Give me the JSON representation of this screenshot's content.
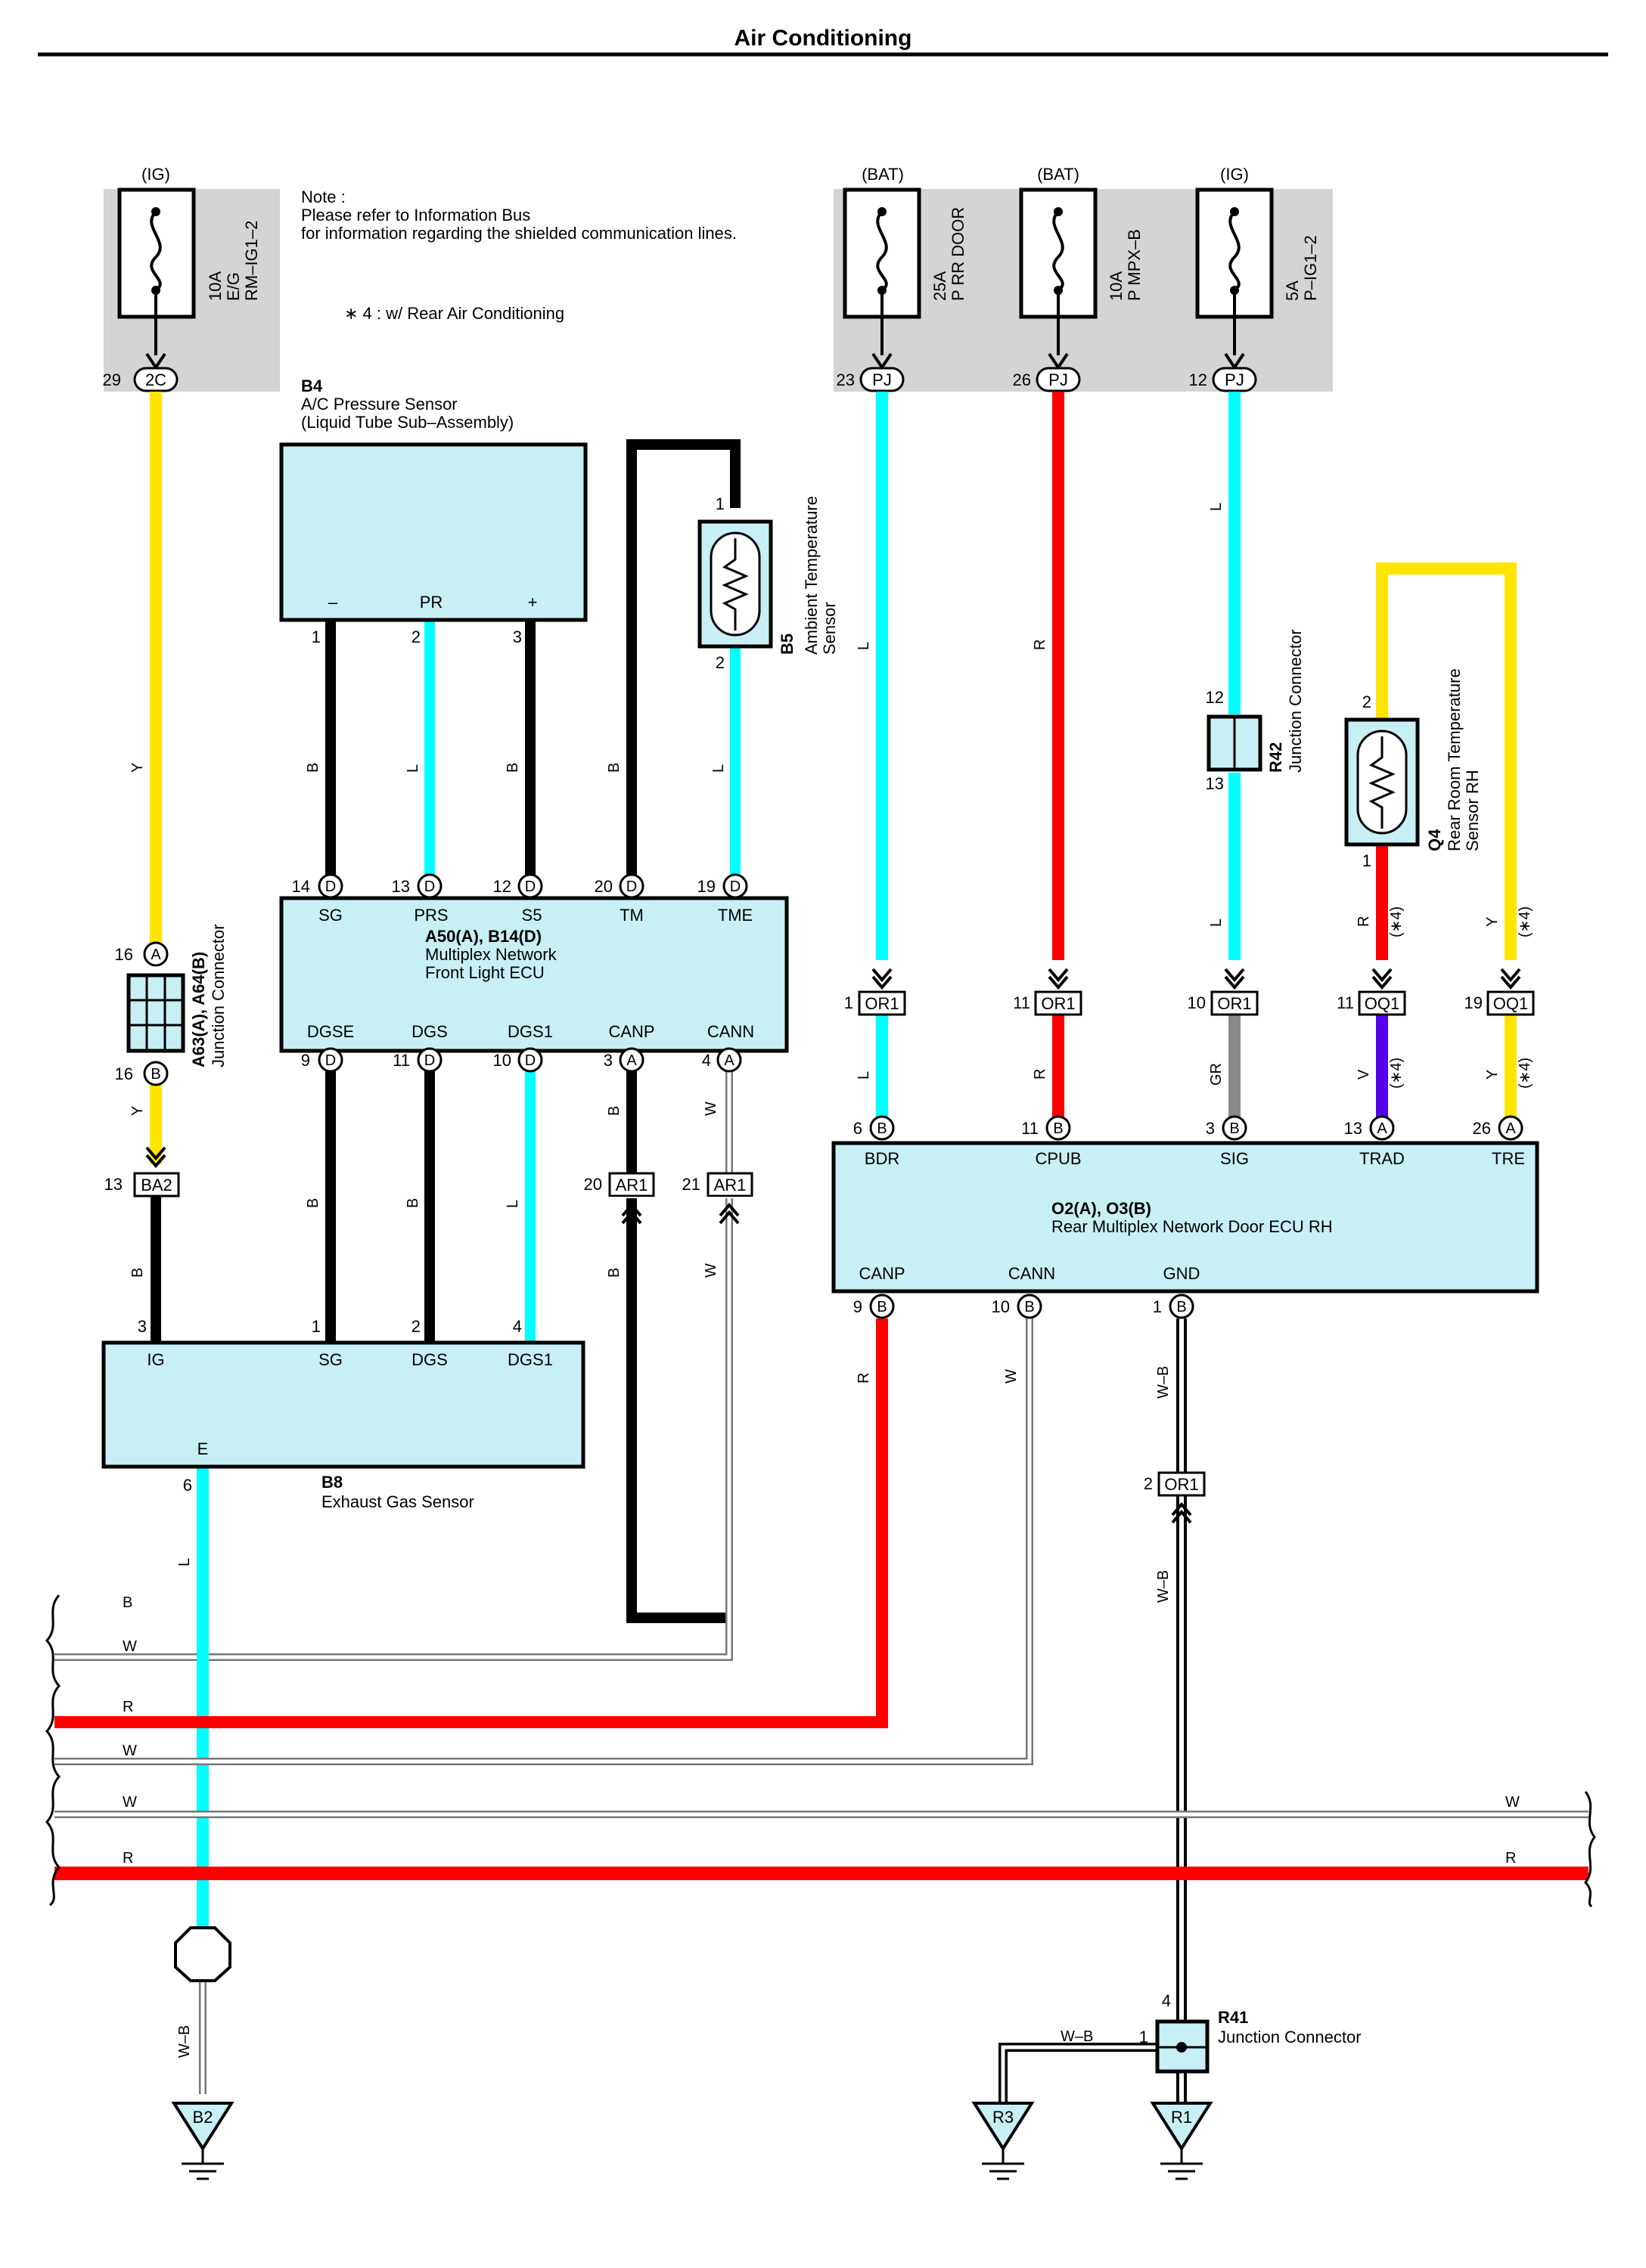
{
  "title": "Air Conditioning",
  "note": {
    "line1": "Note :",
    "line2": "Please refer to Information Bus",
    "line3": "for information regarding the shielded communication lines.",
    "footnote": "∗ 4 : w/ Rear Air Conditioning"
  },
  "power": {
    "ig_left": {
      "label": "(IG)",
      "fuse_amp": "10A",
      "fuse_name1": "E/G",
      "fuse_name2": "RM–IG1–2",
      "pin": "29",
      "conn": "2C"
    },
    "bat1": {
      "label": "(BAT)",
      "fuse_amp": "25A",
      "fuse_name": "P RR DOOR",
      "pin": "23",
      "conn": "PJ"
    },
    "bat2": {
      "label": "(BAT)",
      "fuse_amp": "10A",
      "fuse_name": "P MPX–B",
      "pin": "26",
      "conn": "PJ"
    },
    "ig_right": {
      "label": "(IG)",
      "fuse_amp": "5A",
      "fuse_name": "P–IG1–2",
      "pin": "12",
      "conn": "PJ"
    }
  },
  "components": {
    "b4": {
      "id": "B4",
      "name1": "A/C Pressure Sensor",
      "name2": "(Liquid Tube Sub–Assembly)",
      "t_minus": "–",
      "t_pr": "PR",
      "t_plus": "+",
      "p1": "1",
      "p2": "2",
      "p3": "3"
    },
    "b5": {
      "id": "B5",
      "name1": "Ambient Temperature",
      "name2": "Sensor",
      "p1": "1",
      "p2": "2"
    },
    "a50": {
      "id": "A50(A), B14(D)",
      "name1": "Multiplex Network",
      "name2": "Front Light ECU",
      "top": [
        "SG",
        "PRS",
        "S5",
        "TM",
        "TME"
      ],
      "top_pins": [
        "14",
        "13",
        "12",
        "20",
        "19"
      ],
      "top_conn": "D",
      "bottom": [
        "DGSE",
        "DGS",
        "DGS1",
        "CANP",
        "CANN"
      ],
      "bottom_pins": [
        "9",
        "11",
        "10",
        "3",
        "4"
      ],
      "bottom_conn": [
        "D",
        "D",
        "D",
        "A",
        "A"
      ]
    },
    "a63": {
      "id": "A63(A), A64(B)",
      "name": "Junction Connector",
      "p_top": "16",
      "c_top": "A",
      "p_bot": "16",
      "c_bot": "B"
    },
    "b8": {
      "id": "B8",
      "name": "Exhaust Gas Sensor",
      "top": [
        "IG",
        "SG",
        "DGS",
        "DGS1"
      ],
      "top_pins": [
        "3",
        "1",
        "2",
        "4"
      ],
      "bottom": "E",
      "bottom_pin": "6"
    },
    "r42": {
      "id": "R42",
      "name": "Junction Connector",
      "p_top": "12",
      "p_bot": "13"
    },
    "q4": {
      "id": "Q4",
      "name1": "Rear Room Temperature",
      "name2": "Sensor RH",
      "p_top": "2",
      "p_bot": "1"
    },
    "o2": {
      "id": "O2(A), O3(B)",
      "name": "Rear Multiplex Network Door ECU RH",
      "top": [
        "BDR",
        "CPUB",
        "SIG",
        "TRAD",
        "TRE"
      ],
      "top_pins": [
        "6",
        "11",
        "3",
        "13",
        "26"
      ],
      "top_conn": [
        "B",
        "B",
        "B",
        "A",
        "A"
      ],
      "bottom": [
        "CANP",
        "CANN",
        "GND"
      ],
      "bottom_pins": [
        "9",
        "10",
        "1"
      ],
      "bottom_conn": "B"
    },
    "r41": {
      "id": "R41",
      "name": "Junction Connector",
      "p_top": "4",
      "p_left": "1"
    }
  },
  "connectors": {
    "ba2": {
      "pin": "13",
      "name": "BA2"
    },
    "ar1a": {
      "pin": "20",
      "name": "AR1"
    },
    "ar1b": {
      "pin": "21",
      "name": "AR1"
    },
    "or1": [
      {
        "pin": "1",
        "name": "OR1"
      },
      {
        "pin": "11",
        "name": "OR1"
      },
      {
        "pin": "10",
        "name": "OR1"
      }
    ],
    "oq1": [
      {
        "pin": "11",
        "name": "OQ1"
      },
      {
        "pin": "19",
        "name": "OQ1"
      }
    ],
    "or1_gnd": {
      "pin": "2",
      "name": "OR1"
    }
  },
  "wire_labels": {
    "y": "Y",
    "b": "B",
    "l": "L",
    "r": "R",
    "w": "W",
    "gr": "GR",
    "v": "V",
    "wb": "W–B",
    "star4": "(∗4)"
  },
  "bus_labels": [
    "B",
    "W",
    "R",
    "W",
    "W",
    "R"
  ],
  "bus_right_labels": [
    "W",
    "R"
  ],
  "grounds": [
    "B2",
    "R3",
    "R1"
  ],
  "colors": {
    "yellow": "#ffe500",
    "cyan": "#00ffff",
    "red": "#ff0000",
    "black": "#000000",
    "gray": "#888888",
    "violet": "#5500ee",
    "box_fill": "#c8eff4",
    "power_panel": "#d4d4d4"
  }
}
